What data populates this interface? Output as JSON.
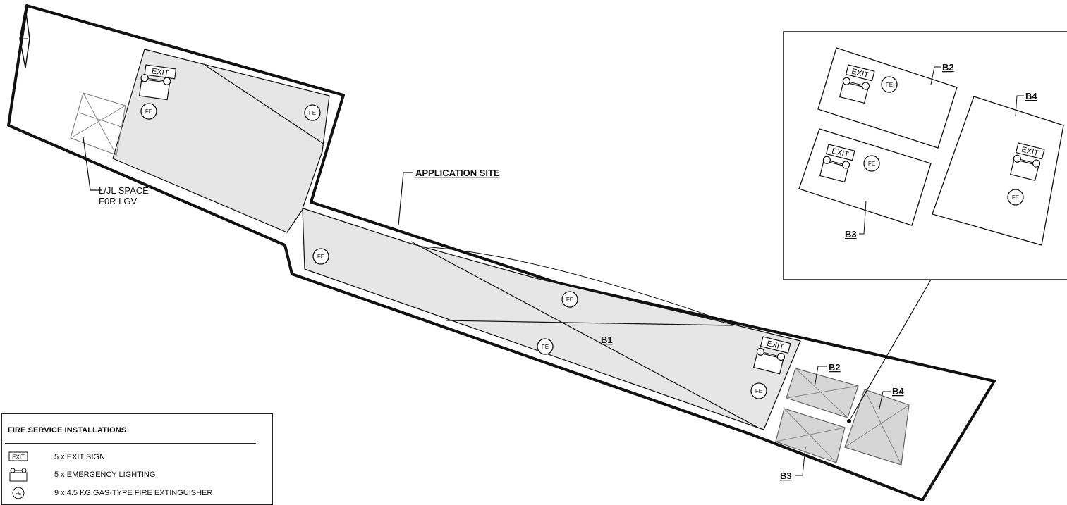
{
  "labels": {
    "application_site": "APPLICATION SITE",
    "lgv_space_line1": "L/JL SPACE",
    "lgv_space_line2": "F0R LGV",
    "b1": "B1",
    "b2": "B2",
    "b3": "B3",
    "b4": "B4",
    "exit": "EXIT",
    "fe": "FE"
  },
  "legend": {
    "title": "FIRE SERVICE INSTALLATIONS",
    "items": [
      {
        "symbol": "exit-sign",
        "symbol_text": "EXIT",
        "text": "5 x EXIT SIGN"
      },
      {
        "symbol": "emergency-lighting",
        "symbol_text": "",
        "text": "5 x EMERGENCY LIGHTING"
      },
      {
        "symbol": "fire-extinguisher",
        "symbol_text": "FE",
        "text": "9 x 4.5 KG GAS-TYPE FIRE EXTINGUISHER"
      }
    ]
  },
  "colors": {
    "line": "#111111",
    "building_fill": "#e6e6e6",
    "structure_fill": "#d6d6d6",
    "structure_line": "#888888"
  }
}
